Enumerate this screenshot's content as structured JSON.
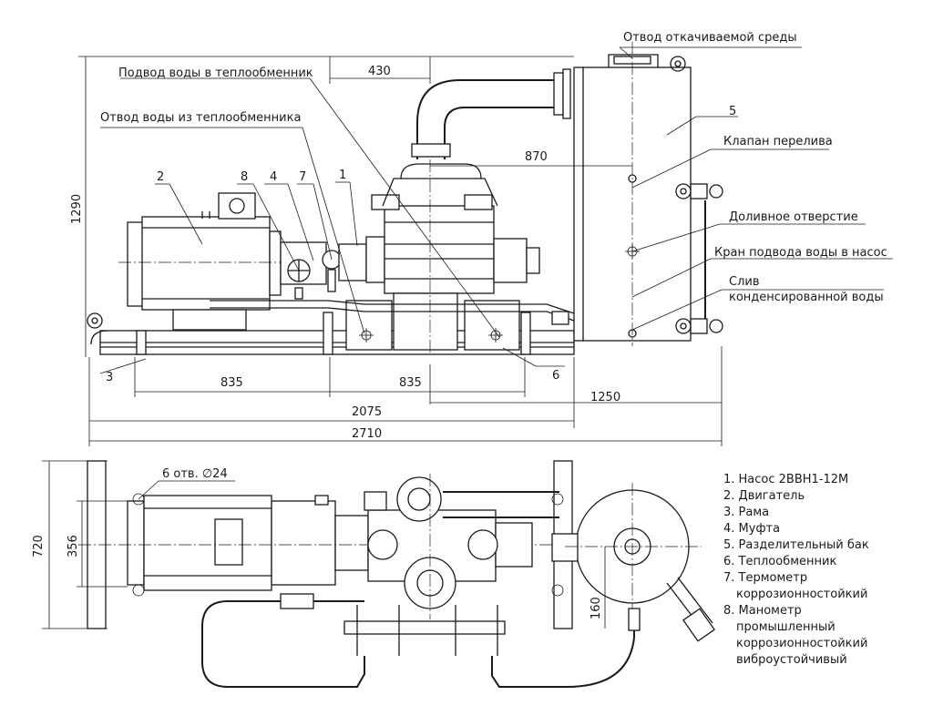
{
  "callouts": {
    "outlet_medium": "Отвод откачиваемой среды",
    "water_supply_hx": "Подвод воды в теплообменник",
    "water_drain_hx": "Отвод воды из теплообменника",
    "overflow_valve": "Клапан перелива",
    "fill_hole": "Доливное отверстие",
    "pump_water_tap": "Кран подвода воды в насос",
    "condensate_drain_1": "Слив",
    "condensate_drain_2": "конденсированной воды",
    "holes": "6 отв. ∅24"
  },
  "numbers": {
    "n1": "1",
    "n2": "2",
    "n3": "3",
    "n4": "4",
    "n5": "5",
    "n6": "6",
    "n7": "7",
    "n8": "8"
  },
  "dimensions": {
    "d430": "430",
    "d870": "870",
    "d1290": "1290",
    "d835a": "835",
    "d835b": "835",
    "d2075": "2075",
    "d1250": "1250",
    "d2710": "2710",
    "d720": "720",
    "d356": "356",
    "d160": "160"
  },
  "legend": {
    "i1": "1. Насос 2ВВН1-12М",
    "i2": "2. Двигатель",
    "i3": "3. Рама",
    "i4": "4. Муфта",
    "i5": "5. Разделительный бак",
    "i6": "6. Теплообменник",
    "i7a": "7. Термометр",
    "i7b": "коррозионностойкий",
    "i8a": "8. Манометр",
    "i8b": "промышленный",
    "i8c": "коррозионностойкий",
    "i8d": "виброустойчивый"
  }
}
